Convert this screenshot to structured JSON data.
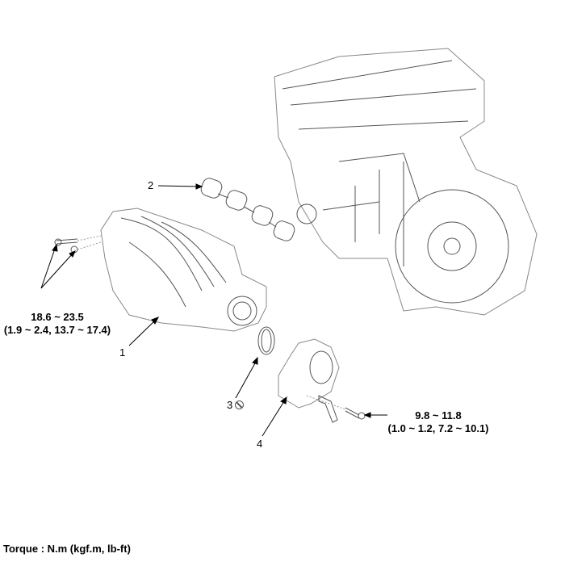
{
  "callouts": {
    "part1": "1",
    "part2": "2",
    "part3": "3",
    "part4": "4"
  },
  "icons": {
    "part3_marker": "no-reuse-icon"
  },
  "torque_manifold": {
    "nm": "18.6 ~ 23.5",
    "alt": "(1.9 ~ 2.4, 13.7 ~ 17.4)"
  },
  "torque_throttle": {
    "nm": "9.8 ~ 11.8",
    "alt": "(1.0 ~ 1.2, 7.2 ~ 10.1)"
  },
  "footer": {
    "torque_units": "Torque : N.m (kgf.m, lb-ft)"
  }
}
